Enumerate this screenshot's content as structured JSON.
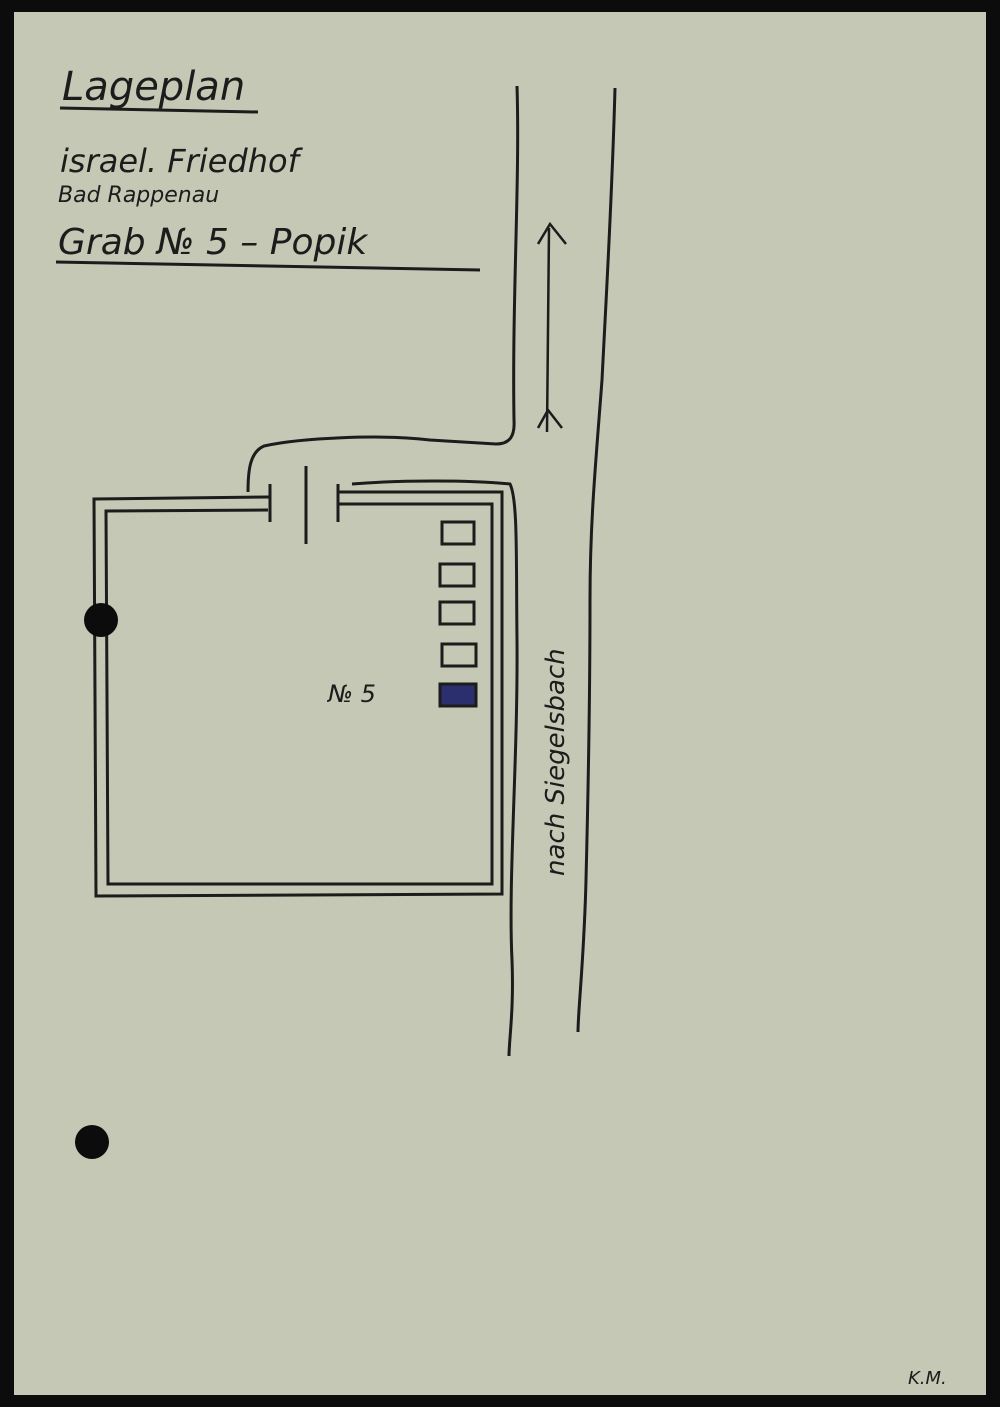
{
  "map": {
    "title": "Lageplan",
    "subtitle_line1": "israel. Friedhof",
    "subtitle_line2": "Bad Rappenau",
    "grave_heading": "Grab № 5 – Popik",
    "grave_label": "№ 5",
    "road_label": "nach Siegelsbach",
    "initials": "K.M."
  },
  "colors": {
    "paper": "#c4c8b4",
    "ink": "#1c1c1c",
    "grave_highlight": "#2b2f6e",
    "background": "#0c0c0c"
  }
}
